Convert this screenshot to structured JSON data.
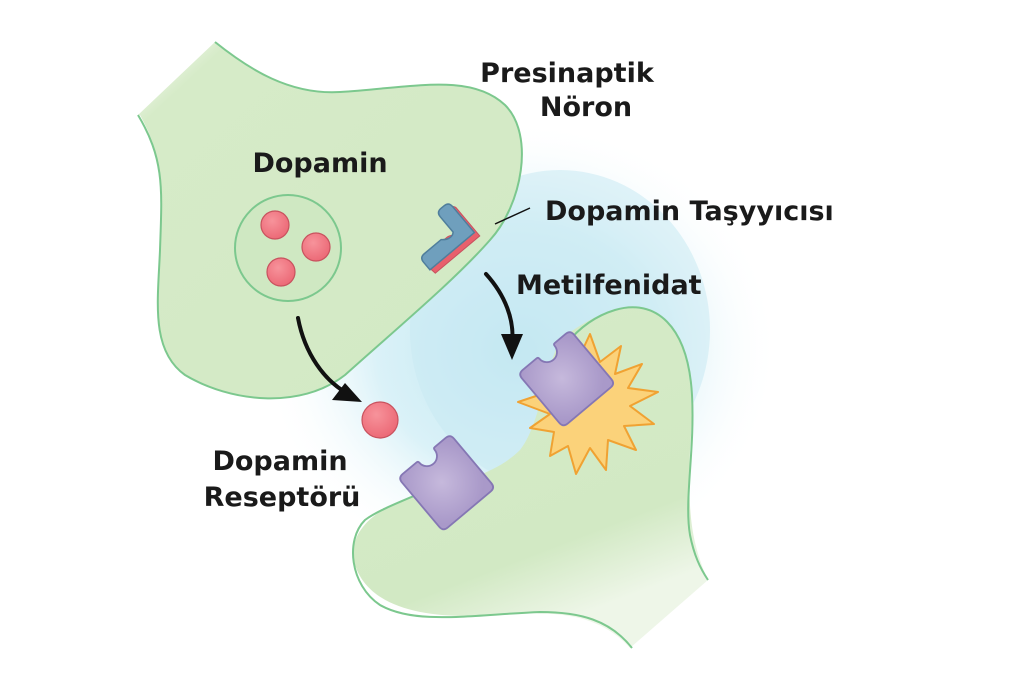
{
  "labels": {
    "presynaptic_line1": "Presinaptik",
    "presynaptic_line2": "Nöron",
    "dopamine": "Dopamin",
    "transporter": "Dopamin Taşyyıcısı",
    "methylphenidate": "Metilfenidat",
    "receptor_line1": "Dopamin",
    "receptor_line2": "Reseptörü"
  },
  "colors": {
    "neuron_fill": "#d6ebc8",
    "neuron_stroke": "#7cc88e",
    "synaptic_glow": "#c8e9f2",
    "dopamine_fill": "#f07a85",
    "dopamine_stroke": "#c8525e",
    "transporter_fill": "#6f9fbd",
    "transporter_stroke": "#4f7e9c",
    "transporter_base": "#e8606c",
    "receptor_fill": "#b6a6d0",
    "receptor_stroke": "#8577b4",
    "burst_fill": "#fbd27a",
    "burst_stroke": "#f0a232",
    "arrow": "#111111"
  },
  "vesicle_count": 3
}
